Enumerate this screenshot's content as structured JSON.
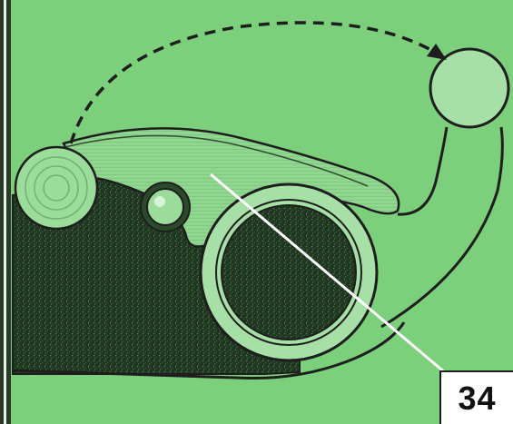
{
  "figure": {
    "callout_number": "34",
    "colors": {
      "background": "#7cd07c",
      "body_dark": "#1f3520",
      "lever": "#8fd68f",
      "outline": "#1e1e1e",
      "pointer_line": "#ffffff",
      "callout_bg": "#ffffff"
    },
    "elements": [
      "dashed-motion-arrow",
      "release-circle",
      "camera-body",
      "lever",
      "eyelet-ring",
      "rivet",
      "knurled-wheel",
      "pointer-line",
      "callout-box"
    ]
  }
}
